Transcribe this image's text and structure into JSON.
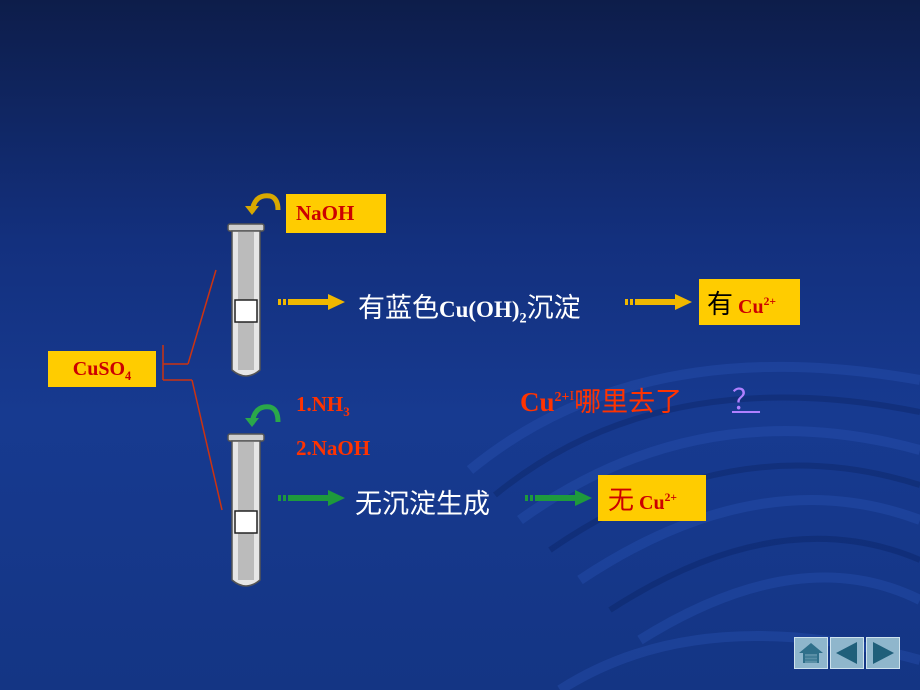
{
  "reagent": {
    "name_base": "CuSO",
    "name_sub": "4"
  },
  "tube_top": {
    "added_reagent": "NaOH",
    "result_prefix": "有蓝色",
    "result_formula_a": "Cu(OH)",
    "result_formula_sub": "2",
    "result_suffix": "沉淀",
    "conclusion_word": "有",
    "conclusion_ion": "Cu",
    "conclusion_charge": "2+"
  },
  "tube_bottom": {
    "step1_prefix": "1.NH",
    "step1_sub": "3",
    "step2": "2.NaOH",
    "result_text": "无沉淀生成",
    "conclusion_word": "无",
    "conclusion_ion": "Cu",
    "conclusion_charge": "2+"
  },
  "question": {
    "ion": "Cu",
    "charge": "2+",
    "text": "哪里去了",
    "link": "？"
  },
  "colors": {
    "label_bg": "#ffcc00",
    "label_text": "#cc0000",
    "accent_red": "#ff3300",
    "arrow_top": "#f0b800",
    "arrow_bottom": "#1e9a3c",
    "link": "#b080ff"
  },
  "icons": {
    "home": "home-icon",
    "prev": "triangle-left-icon",
    "next": "triangle-right-icon",
    "pour_top": "curved-arrow-icon",
    "pour_bottom": "curved-arrow-icon"
  }
}
